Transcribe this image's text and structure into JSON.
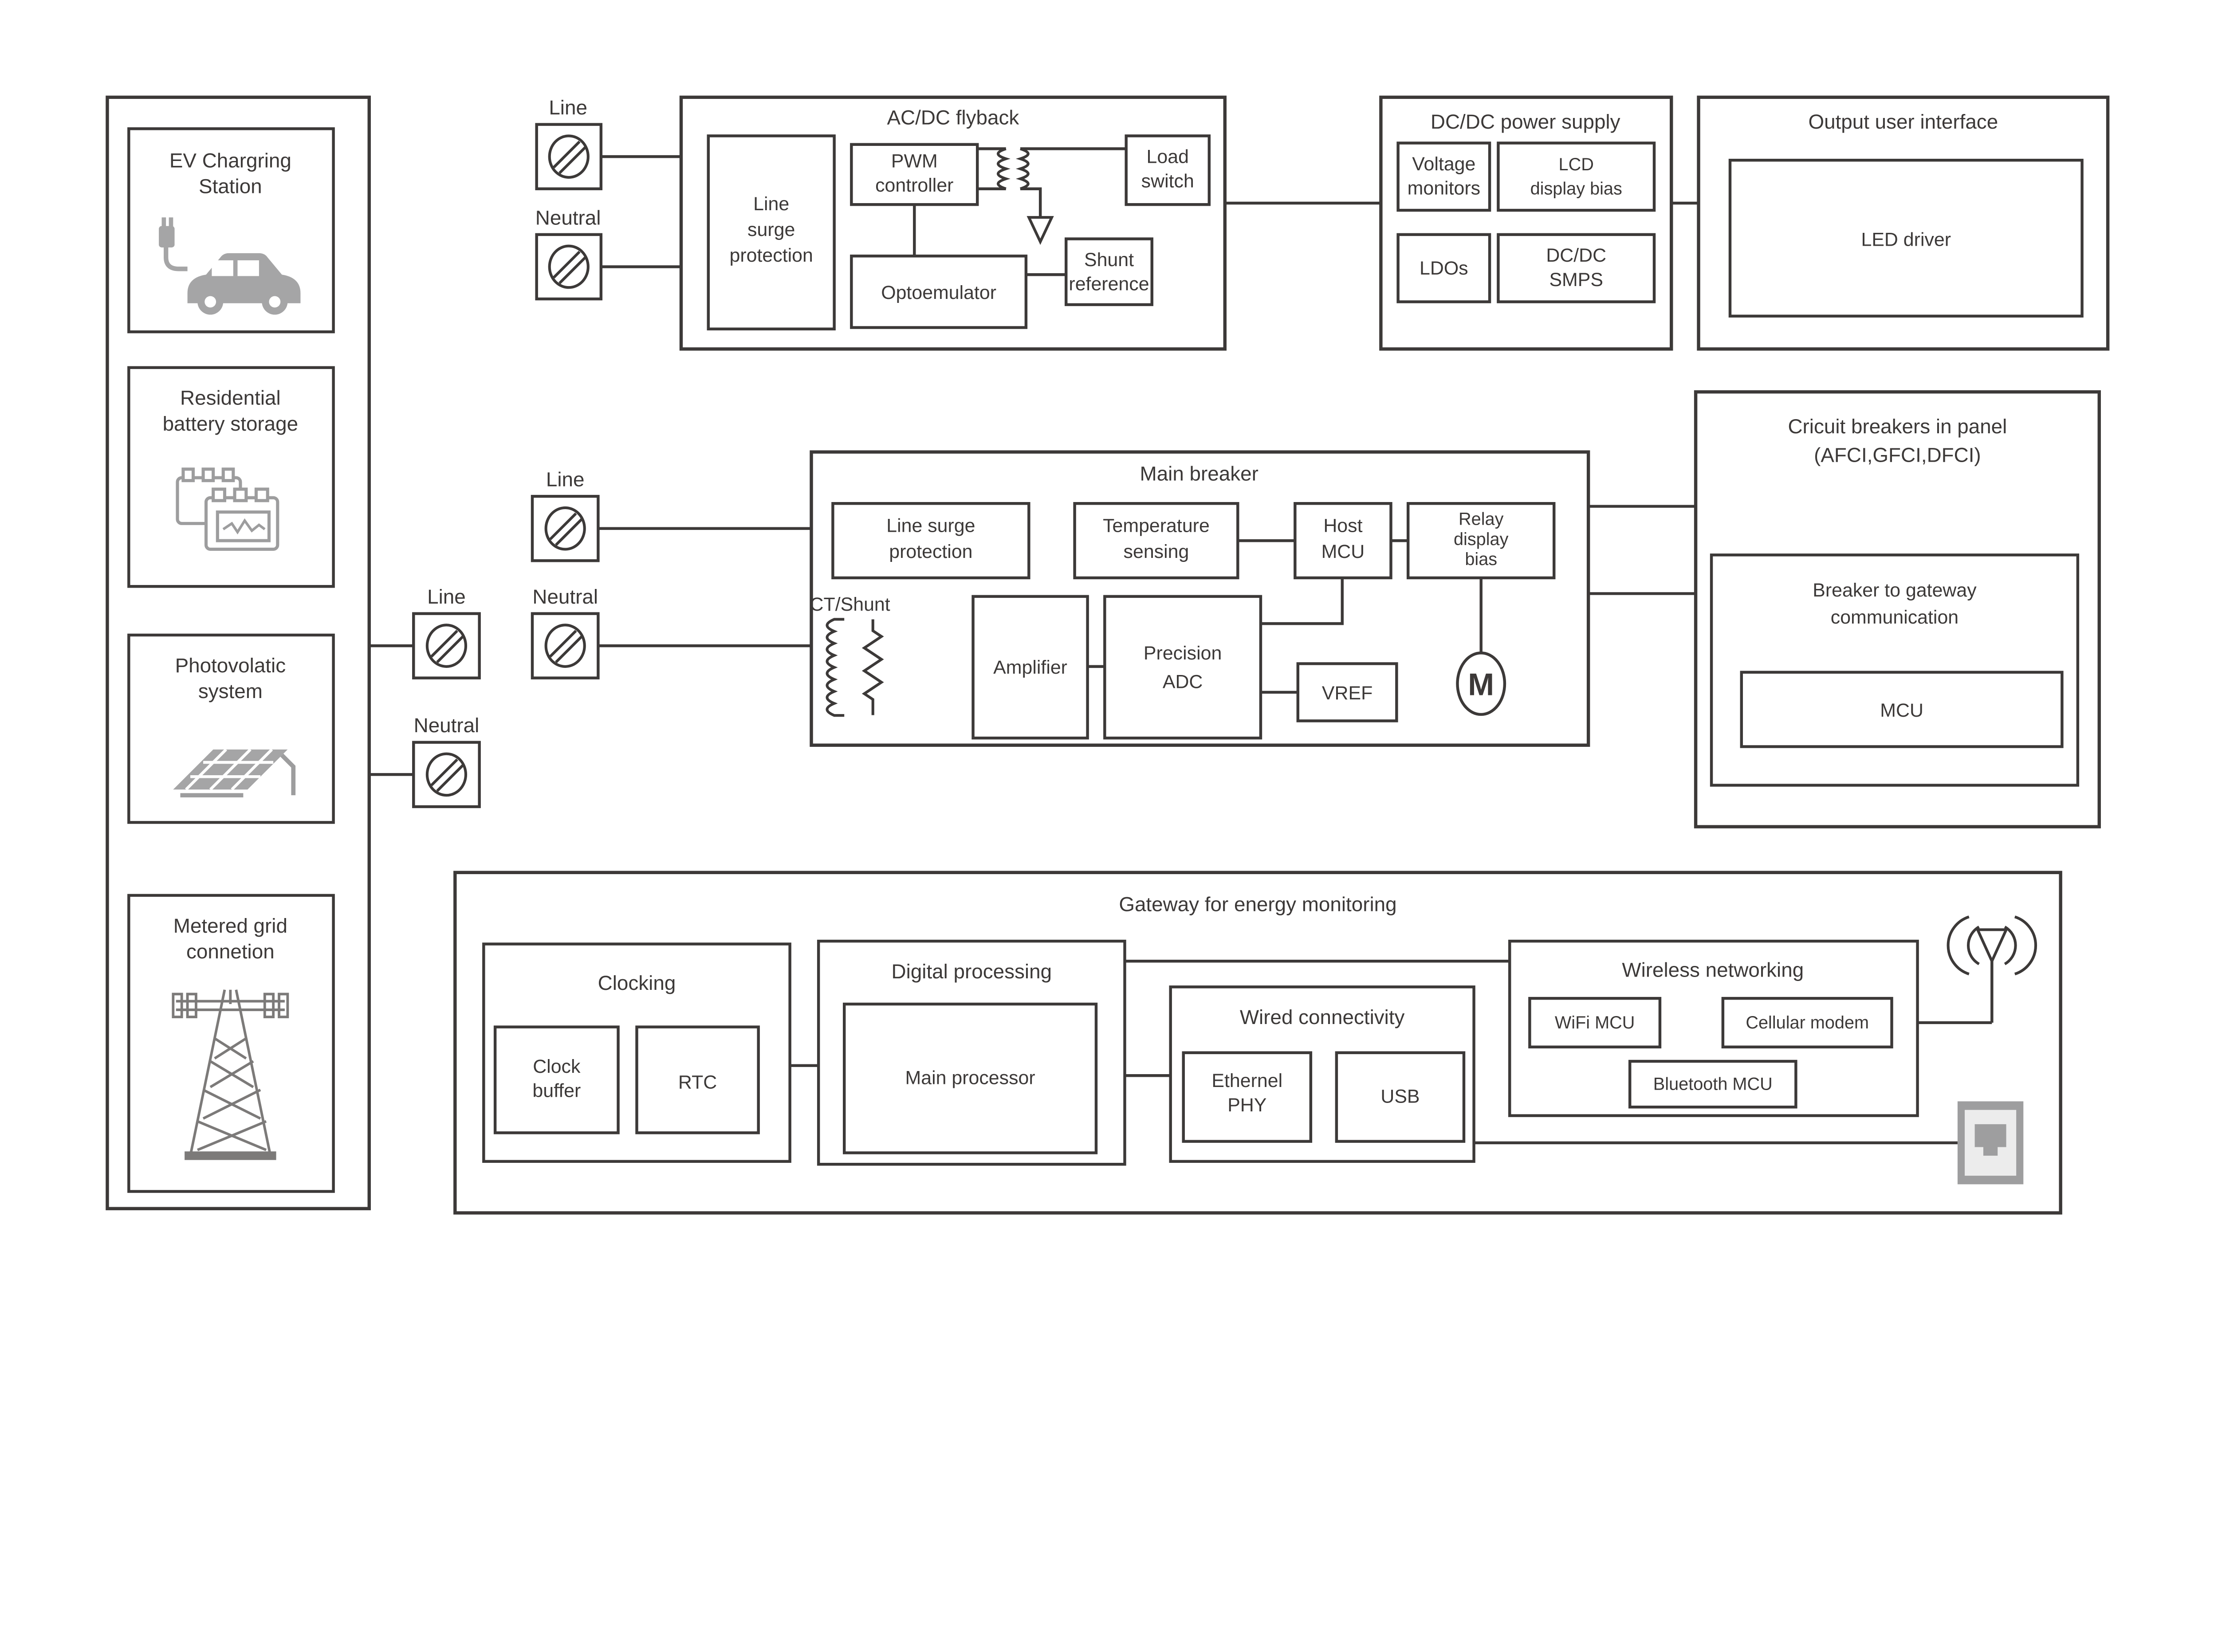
{
  "colors": {
    "stroke": "#3c3938",
    "text": "#3c3938",
    "icon_gray": "#a5a5a6",
    "port_gray": "#9e9e9f"
  },
  "sources": {
    "ev": [
      "EV Chargring",
      "Station"
    ],
    "battery": [
      "Residential",
      "battery storage"
    ],
    "pv": [
      "Photovolatic",
      "system"
    ],
    "grid": [
      "Metered grid",
      "connetion"
    ]
  },
  "terminals": {
    "line": "Line",
    "neutral": "Neutral"
  },
  "flyback": {
    "title": "AC/DC flyback",
    "lsp": [
      "Line",
      "surge",
      "protection"
    ],
    "pwm": [
      "PWM",
      "controller"
    ],
    "load": [
      "Load",
      "switch"
    ],
    "opto": "Optoemulator",
    "shunt": [
      "Shunt",
      "reference"
    ]
  },
  "dcdc": {
    "title": "DC/DC power supply",
    "vm": [
      "Voltage",
      "monitors"
    ],
    "lcd": [
      "LCD",
      "display bias"
    ],
    "ldos": "LDOs",
    "smps": [
      "DC/DC",
      "SMPS"
    ]
  },
  "oui": {
    "title": "Output user interface",
    "led": "LED driver"
  },
  "breaker": {
    "title": "Main breaker",
    "lsp": [
      "Line surge",
      "protection"
    ],
    "temp": [
      "Temperature",
      "sensing"
    ],
    "host": [
      "Host",
      "MCU"
    ],
    "relay": [
      "Relay",
      "display",
      "bias"
    ],
    "ct": "CT/Shunt",
    "amp": "Amplifier",
    "adc": [
      "Precision",
      "ADC"
    ],
    "vref": "VREF",
    "motor": "M"
  },
  "panel": {
    "title": [
      "Cricuit breakers in panel",
      "(AFCI,GFCI,DFCI)"
    ],
    "comm": [
      "Breaker to gateway",
      "communication"
    ],
    "mcu": "MCU"
  },
  "gateway": {
    "title": "Gateway for energy monitoring",
    "clocking": "Clocking",
    "clockbuf": [
      "Clock",
      "buffer"
    ],
    "rtc": "RTC",
    "digital": "Digital processing",
    "proc": "Main processor",
    "wired": "Wired connectivity",
    "ephy": [
      "Ethernel",
      "PHY"
    ],
    "usb": "USB",
    "wireless": "Wireless networking",
    "wifi": "WiFi MCU",
    "cellular": "Cellular modem",
    "bt": "Bluetooth MCU"
  }
}
